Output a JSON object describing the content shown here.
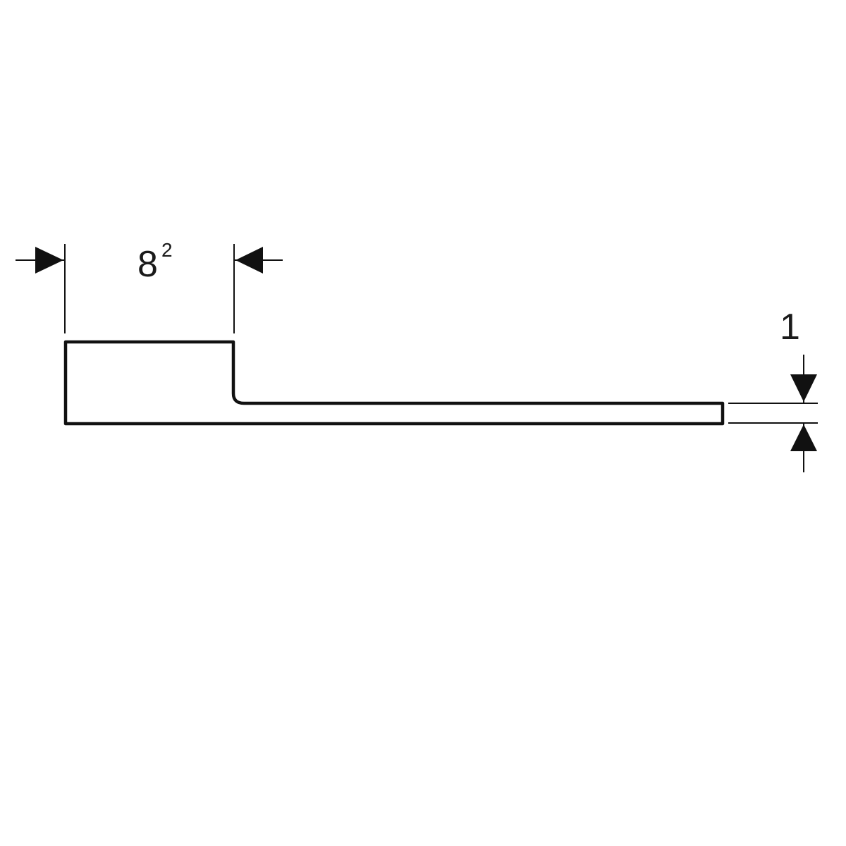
{
  "profile": {
    "description_hidden": false
  },
  "dimensions": {
    "width_value": "8",
    "width_superscript": "2",
    "thickness_value": "1"
  },
  "colors": {
    "line": "#111111",
    "background": "#ffffff"
  }
}
